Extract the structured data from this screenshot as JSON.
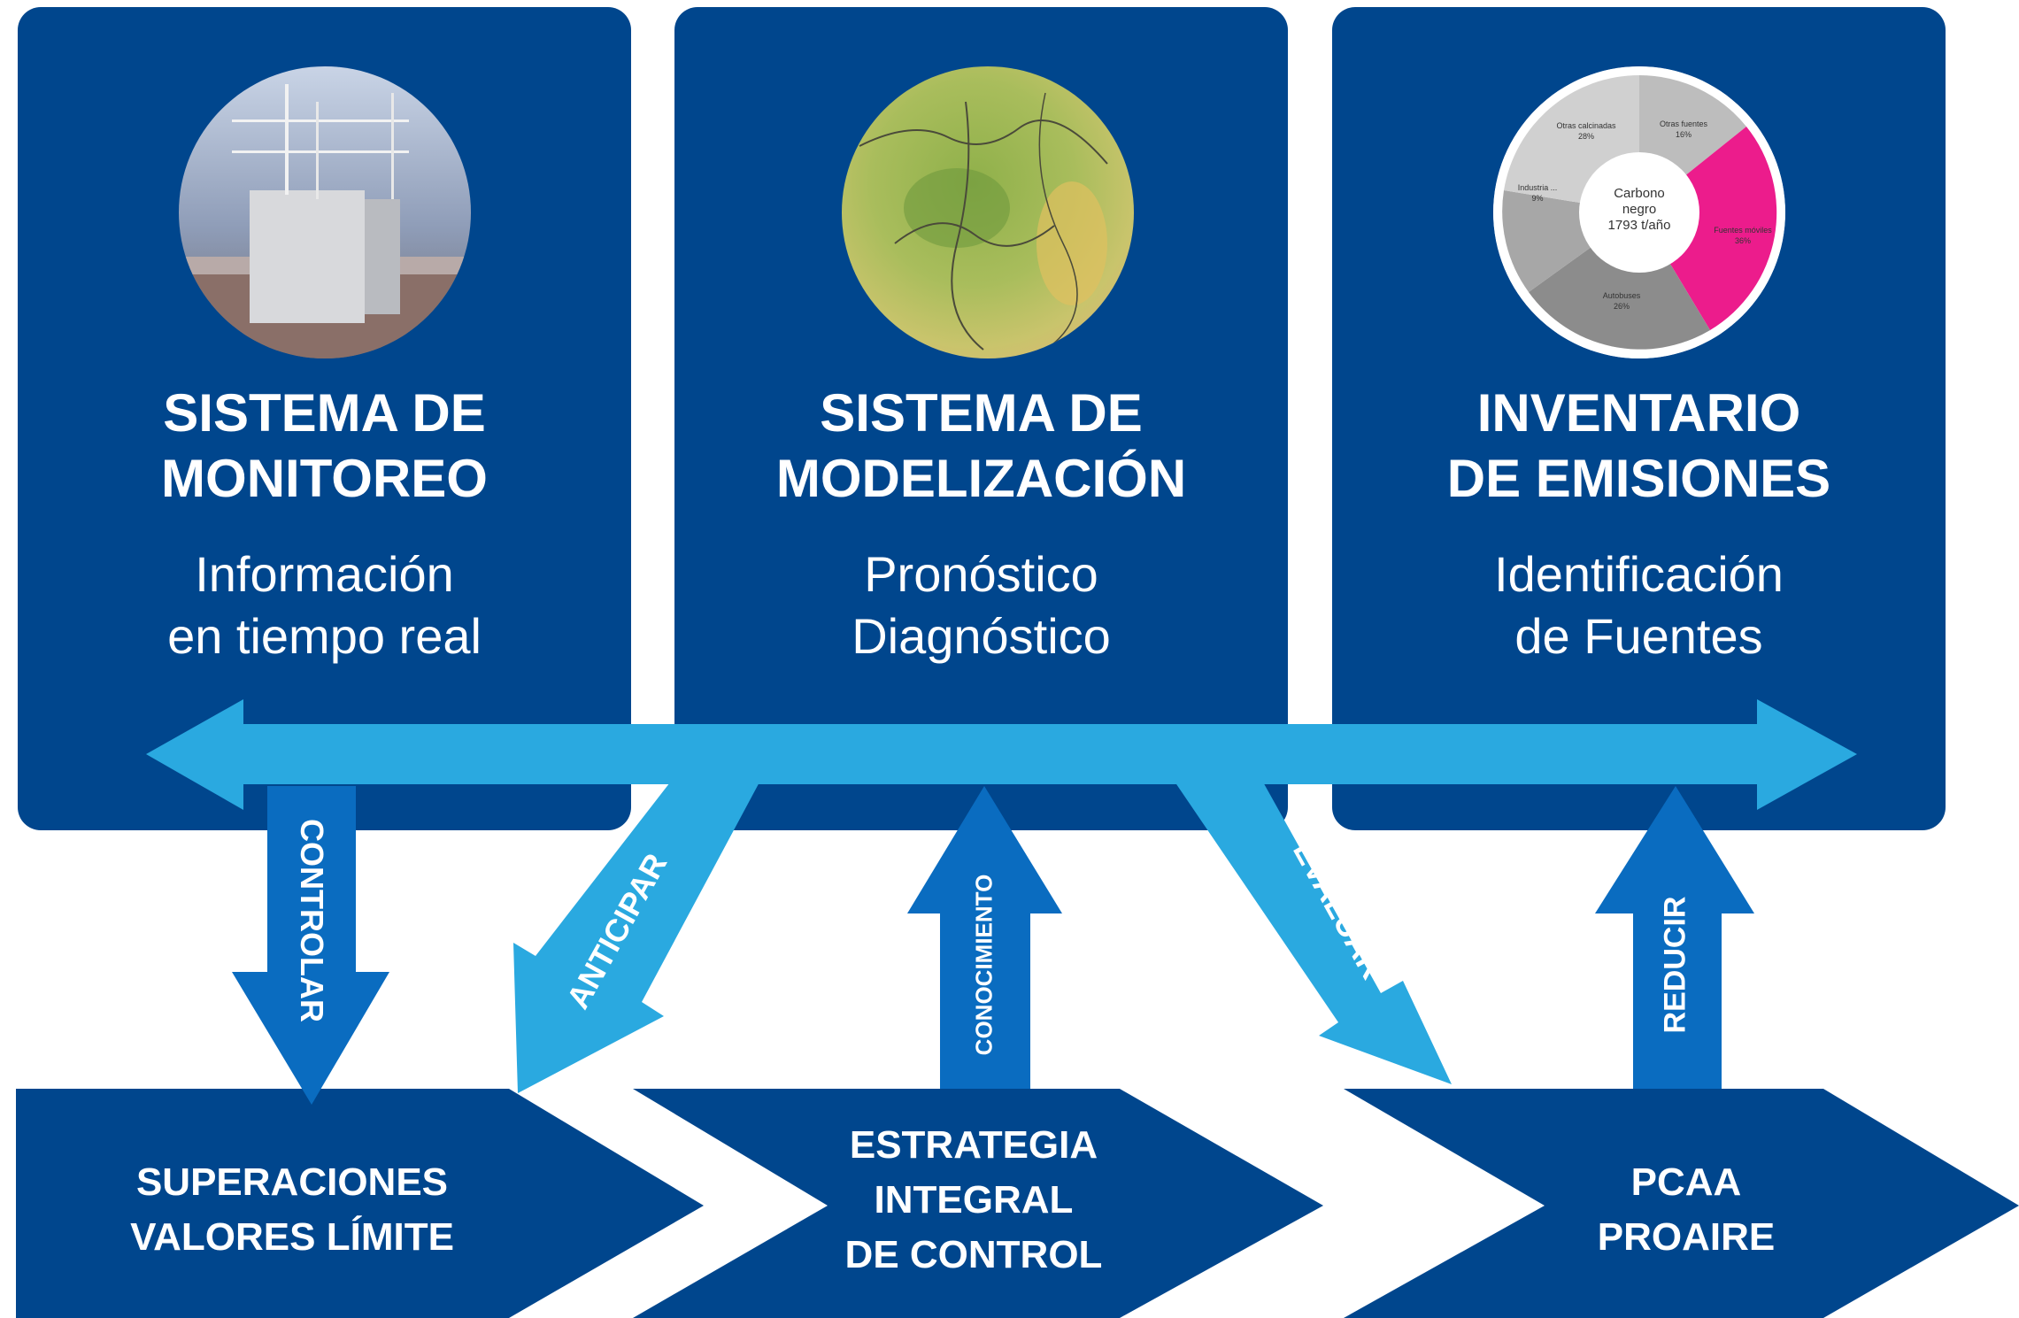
{
  "colors": {
    "dark_blue": "#00468d",
    "light_blue": "#2aa9e0",
    "mid_blue": "#0a6cc0",
    "accent_pink": "#ec1c8c"
  },
  "cards": [
    {
      "title": "SISTEMA DE\nMONITOREO",
      "subtitle": "Información\nen tiempo real",
      "image": "monitoring-station-photo"
    },
    {
      "title": "SISTEMA DE\nMODELIZACIÓN",
      "subtitle": "Pronóstico\nDiagnóstico",
      "image": "terrain-map"
    },
    {
      "title": "INVENTARIO\nDE EMISIONES",
      "subtitle": "Identificación\nde Fuentes",
      "image": "emissions-donut-chart"
    }
  ],
  "donut": {
    "center_text": "Carbono\nnegro\n1793 t/año",
    "segments": [
      {
        "label": "Otras calcinadas",
        "value": "28%"
      },
      {
        "label": "Otras fuentes",
        "value": "16%"
      },
      {
        "label": "Fuentes móviles",
        "value": "36%"
      },
      {
        "label": "Autobuses",
        "value": "26%"
      },
      {
        "label": "Industria ...",
        "value": "9%"
      }
    ]
  },
  "arrows": {
    "controlar": "CONTROLAR",
    "anticipar": "ANTICIPAR",
    "conocimiento": "CONOCIMIENTO",
    "evaluar": "EVALUAR",
    "reducir": "REDUCIR"
  },
  "chevrons": [
    {
      "label": "SUPERACIONES\nVALORES LÍMITE"
    },
    {
      "label": "ESTRATEGIA\nINTEGRAL\nDE CONTROL"
    },
    {
      "label": "PCAA\nPROAIRE"
    }
  ]
}
